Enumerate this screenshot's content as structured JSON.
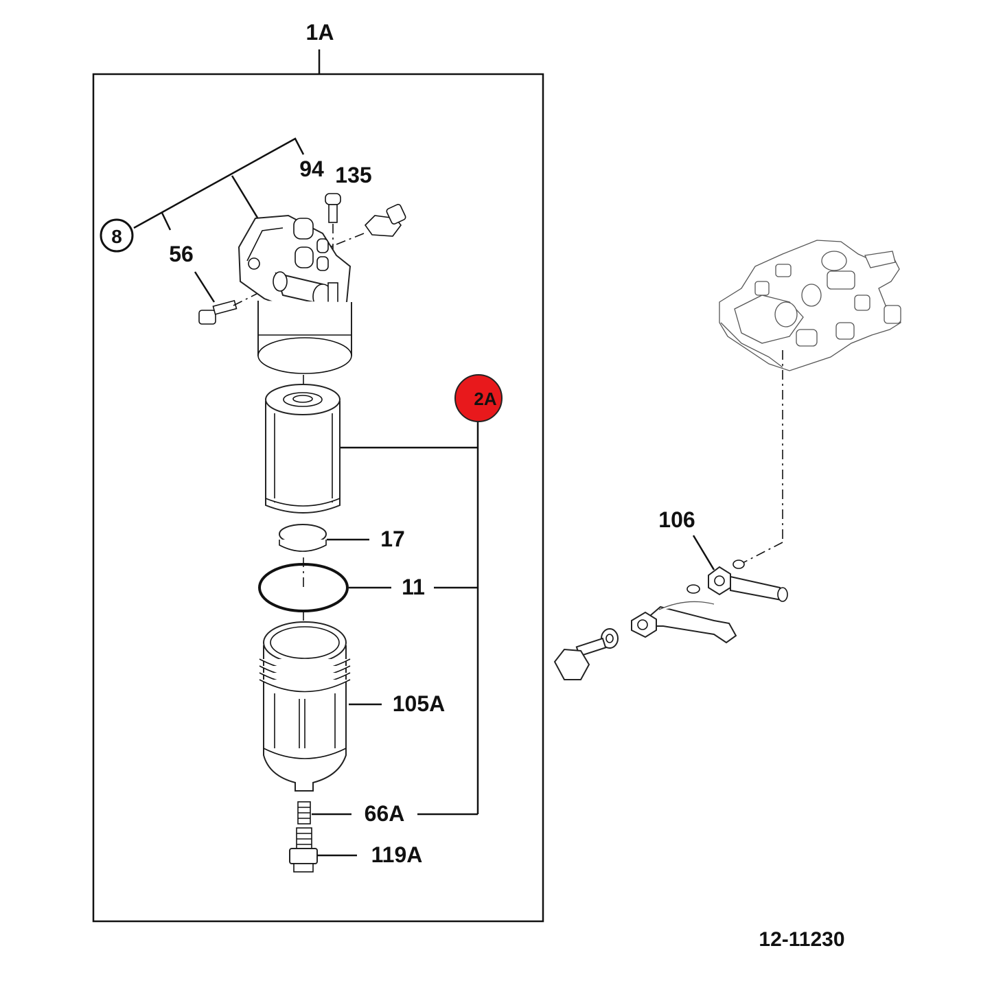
{
  "diagram": {
    "colors": {
      "highlight": "#e8191c",
      "line": "#111111",
      "background": "#ffffff"
    },
    "labels": {
      "assembly": "1A",
      "callout_8": "8",
      "callout_2a": "2A",
      "p94": "94",
      "p135": "135",
      "p56": "56",
      "p17": "17",
      "p11": "11",
      "p105a": "105A",
      "p66a": "66A",
      "p119a": "119A",
      "p106": "106",
      "figure_number": "12-11230"
    }
  }
}
